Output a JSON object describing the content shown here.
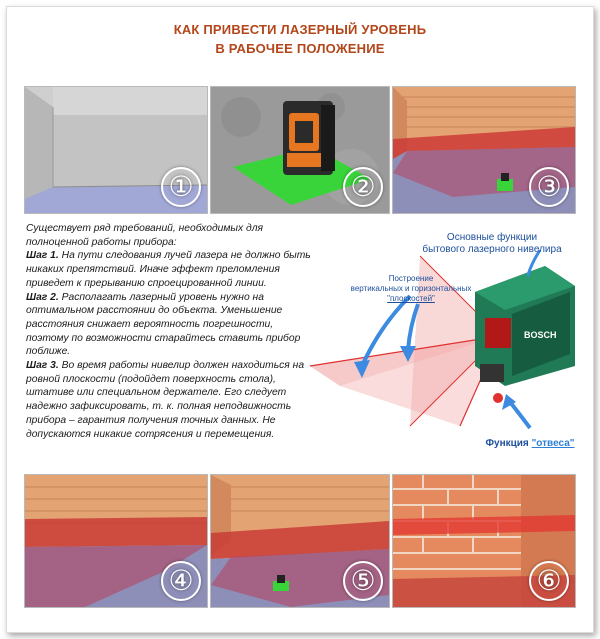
{
  "title": {
    "line1": "КАК ПРИВЕСТИ ЛАЗЕРНЫЙ УРОВЕНЬ",
    "line2": "В РАБОЧЕЕ ПОЛОЖЕНИЕ"
  },
  "panels": {
    "p1": "①",
    "p2": "②",
    "p3": "③",
    "p4": "④",
    "p5": "⑤",
    "p6": "⑥"
  },
  "body": {
    "intro": "Существует ряд требований, необходимых для полноценной работы прибора:",
    "step1_label": "Шаг 1.",
    "step1_text": " На пути следования лучей лазера не должно быть никаких препятствий. Иначе эффект преломления приведет к прерыванию спроецированной линии.",
    "step2_label": "Шаг 2.",
    "step2_text": " Располагать лазерный уровень нужно на оптимальном расстоянии до объекта. Уменьшение расстояния снижает вероятность погрешности, поэтому по возможности старайтесь ставить прибор поближе.",
    "step3_label": "Шаг 3.",
    "step3_text": " Во время работы нивелир должен находиться на ровной плоскости (подойдет поверхность стола), штативе или специальном держателе. Его следует надежно зафиксировать, т. к. полная неподвижность прибора – гарантия получения точных данных. Не допускаются никакие сотрясения и перемещения."
  },
  "diagram": {
    "main_label_line1": "Основные функции",
    "main_label_line2": "бытового лазерного нивелира",
    "planes_line1": "Построение",
    "planes_line2": "вертикальных и горизонтальных",
    "planes_line3": "\"плоскостей\"",
    "plumb_prefix": "Функция ",
    "plumb_word": "\"отвеса\"",
    "device_brand": "BOSCH"
  },
  "colors": {
    "title": "#b3461a",
    "annotation": "#1d4f9c",
    "laser": "#e03030",
    "device": "#1f7a55"
  }
}
